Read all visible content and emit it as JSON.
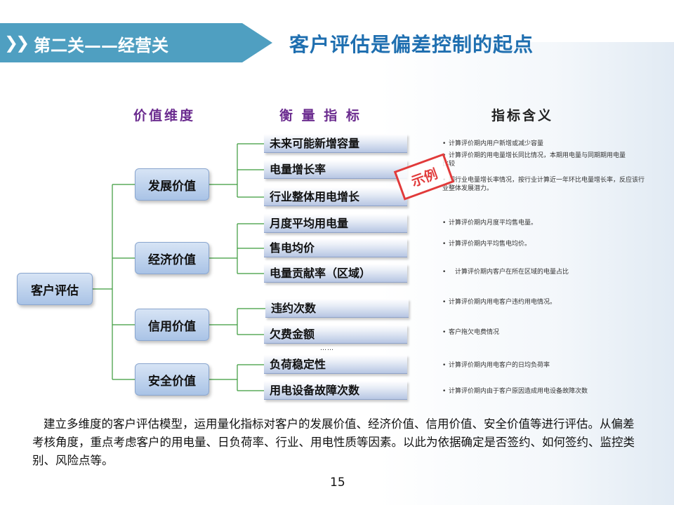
{
  "header": {
    "chevrons": "❯❯",
    "section_label": "第二关——经营关",
    "title": "客户评估是偏差控制的起点"
  },
  "columns": {
    "dimension": "价值维度",
    "metric": "衡 量 指 标",
    "meaning": "指标含义"
  },
  "root": {
    "label": "客户评估"
  },
  "dimensions": [
    {
      "label": "发展价值"
    },
    {
      "label": "经济价值"
    },
    {
      "label": "信用价值"
    },
    {
      "label": "安全价值"
    }
  ],
  "metrics": [
    {
      "label": "未来可能新增容量"
    },
    {
      "label": "电量增长率"
    },
    {
      "label": "行业整体用电增长"
    },
    {
      "label": "月度平均用电量"
    },
    {
      "label": "售电均价"
    },
    {
      "label": "电量贡献率（区域）"
    },
    {
      "label": "违约次数"
    },
    {
      "label": "欠费金额"
    },
    {
      "label": "负荷稳定性"
    },
    {
      "label": "用电设备故障次数"
    }
  ],
  "meanings": [
    {
      "bullet": "•",
      "text": "计算评价期内用户新增或减少容量"
    },
    {
      "bullet": "•",
      "text": "计算评价期的用电量增长同比情况，本期用电量与同期期用电量比较"
    },
    {
      "bullet": "•",
      "text": "同行业电量增长率情况，按行业计算近一年环比电量增长率，反应该行业整体发展潜力。"
    },
    {
      "bullet": "•",
      "text": "计算评价期内月度平均售电量。"
    },
    {
      "bullet": "•",
      "text": "计算评价期内平均售电均价。"
    },
    {
      "bullet": "•",
      "text": "计算评价期内客户在所在区域的电量占比"
    },
    {
      "bullet": "•",
      "text": "计算评价期内用电客户违约用电情况。"
    },
    {
      "bullet": "•",
      "text": "客户拖欠电费情况"
    },
    {
      "bullet": "•",
      "text": "计算评价期内用电客户的日均负荷率"
    },
    {
      "bullet": "•",
      "text": "计算评价期内由于客户原因造成用电设备故障次数"
    }
  ],
  "stamp": "示例",
  "ellipsis": "……",
  "paragraph": "建立多维度的客户评估模型，运用量化指标对客户的发展价值、经济价值、信用价值、安全价值等进行评估。从偏差考核角度，重点考虑客户的用电量、日负荷率、行业、用电性质等因素。以此为依据确定是否签约、如何签约、监控类别、风险点等。",
  "page_number": "15",
  "colors": {
    "band": "#4f9fc1",
    "title": "#1f6fb0",
    "column_head": "#6b2c8f",
    "connector": "#3a9a3a",
    "stamp": "#e13a3a"
  }
}
